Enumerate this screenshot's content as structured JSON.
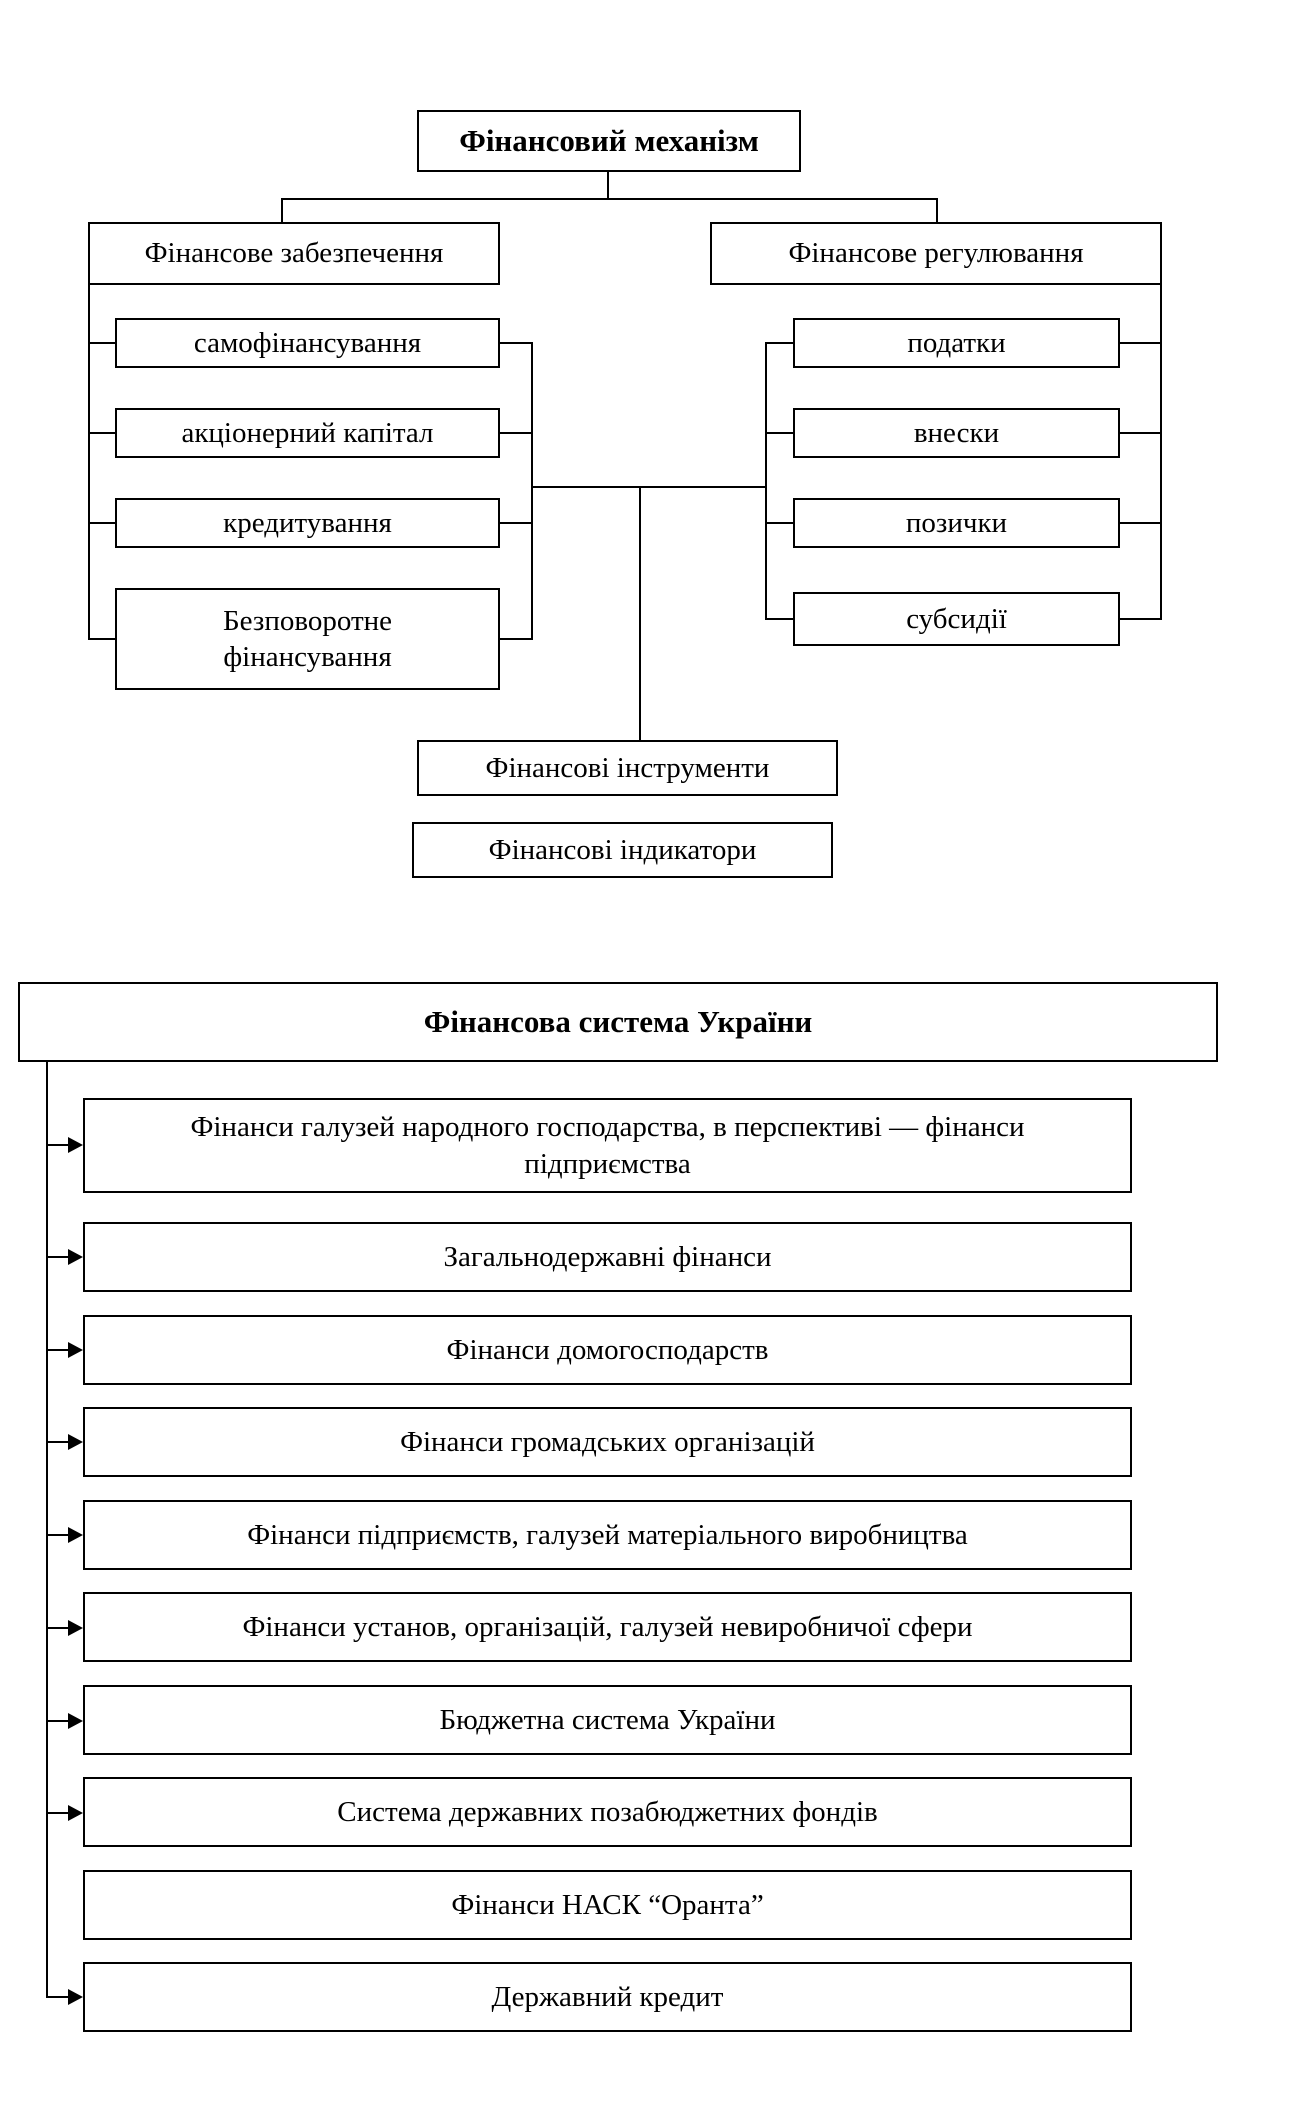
{
  "mechanism": {
    "title": "Фінансовий механізм",
    "left_branch": {
      "title": "Фінансове забезпечення",
      "items": [
        "самофінансування",
        "акціонерний капітал",
        "кредитування",
        "Безповоротне фінансування"
      ]
    },
    "right_branch": {
      "title": "Фінансове регулювання",
      "items": [
        "податки",
        "внески",
        "позички",
        "субсидії"
      ]
    },
    "instruments": "Фінансові інструменти",
    "indicators": "Фінансові індикатори"
  },
  "system": {
    "title": "Фінансова система України",
    "rows": [
      "Фінанси галузей народного господарства, в перспективі — фінанси підприємства",
      "Загальнодержавні фінанси",
      "Фінанси домогосподарств",
      "Фінанси громадських організацій",
      "Фінанси підприємств, галузей матеріального виробництва",
      "Фінанси установ, організацій, галузей невиробничої сфери",
      "Бюджетна система України",
      "Система державних позабюджетних фондів",
      "Фінанси НАСК “Оранта”",
      "Державний кредит"
    ]
  }
}
